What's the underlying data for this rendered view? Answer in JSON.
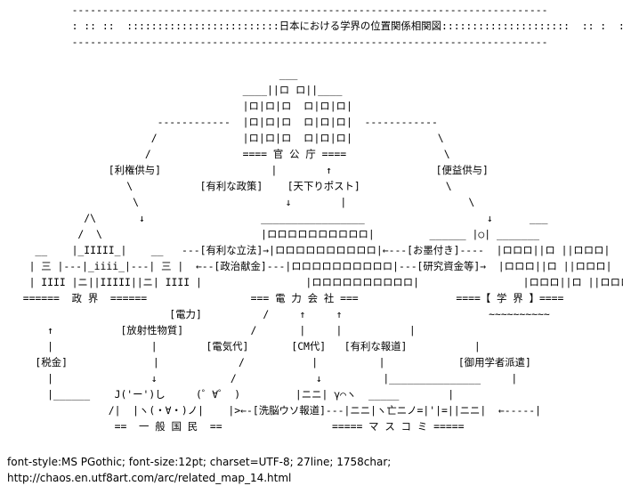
{
  "art": {
    "lines": [
      "          ------------------------------------------------------------------------------",
      "          : :: ::  :::::::::::::::::::::::::日本における学界の位置関係相関図:::::::::::::::::::::  :: :  :  :",
      "          ------------------------------------------------------------------------------",
      "",
      "                                            ___",
      "                                      ____||ロ ロ||____",
      "                                      |ロ|ロ|ロ  ロ|ロ|ロ|",
      "                        ------------  |ロ|ロ|ロ  ロ|ロ|ロ|  ------------",
      "                       /              |ロ|ロ|ロ  ロ|ロ|ロ|              \\",
      "                      /               ==== 官 公 庁 ====                \\",
      "                [利権供与]                  |        ↑                 [便益供与]",
      "                   \\           [有利な政策]    [天下りポスト]              \\",
      "                    \\                        ↓        |                    \\",
      "            /\\       ↓                   _________________                    ↓      ___",
      "           /  \\                          |ロロロロロロロロロロ|         ______ |○| _______",
      "    __    |_IIIII_|    __   ---[有利な立法]→|ロロロロロロロロロロ|←---[お墨付き]----  |ロロロ||ロ ||ロロロ|",
      "   | 三 |---|_iiii_|---| 三 |  ←--[政治献金]---|ロロロロロロロロロロ|---[研究資金等]→  |ロロロ||ロ ||ロロロ|",
      "   | IIII |ニ||IIIII||ニ| IIII |                 |ロロロロロロロロロロ|                 |ロロロ||ロ ||ロロロ|",
      "  ======  政 界  ======                 === 電 力 会 社 ===                ====【 学 界 】====",
      "                          [電力]          /     ↑     ↑                        ~~~~~~~~~~",
      "      ↑           [放射性物質]           /       |     |           |",
      "      |                |        [電気代]       [CM代]   [有利な報道]           |",
      "    [税金]              |             /           |          |            [御用学者派遣]",
      "      |                ↓            /             ↓          |_______________     |",
      "      |______    J('ー')し     (゜∀゜ )         |ニニ| γ⌒ヽ  _____        |",
      "                /|  |ヽ(・∀・)ノ|    |>←-[洗脳ウソ報道]---|ニニ|ヽ亡ニノ=|'|=||ニニ|  ←-----|",
      "                 ==  一 般 国 民  ==                  ===== マ ス コ ミ =====",
      "",
      "",
      "",
      "",
      ""
    ]
  },
  "footer": {
    "meta": "font-style:MS PGothic; font-size:12pt; charset=UTF-8; 27line; 1758char;",
    "url": "http://chaos.en.utf8art.com/arc/related_map_14.html"
  }
}
